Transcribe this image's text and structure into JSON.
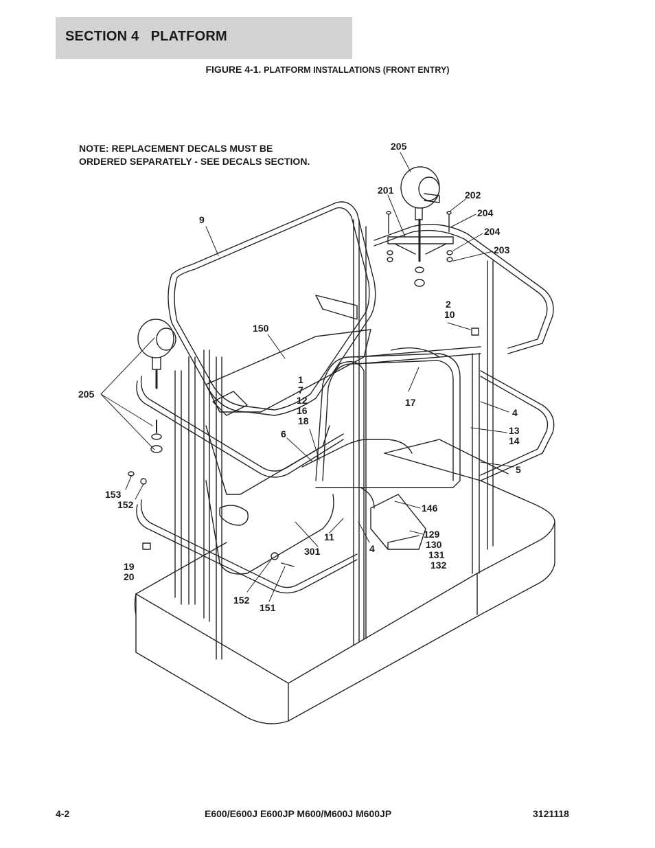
{
  "header": {
    "section_label": "SECTION 4   PLATFORM"
  },
  "figure": {
    "number": "FIGURE 4-1.",
    "title": "PLATFORM INSTALLATIONS (FRONT ENTRY)"
  },
  "note": {
    "line1": "NOTE: REPLACEMENT DECALS MUST BE",
    "line2": "ORDERED SEPARATELY - SEE DECALS SECTION."
  },
  "callouts": {
    "c205_top": "205",
    "c201": "201",
    "c202": "202",
    "c204_a": "204",
    "c204_b": "204",
    "c203": "203",
    "c9": "9",
    "c2_10": [
      "2",
      "10"
    ],
    "c150": "150",
    "c205_left": "205",
    "c1_group": [
      "1",
      "7",
      "12",
      "16",
      "18"
    ],
    "c17": "17",
    "c4_right": "4",
    "c13_14": [
      "13",
      "14"
    ],
    "c6": "6",
    "c5": "5",
    "c153": "153",
    "c152_left": "152",
    "c146": "146",
    "c11": "11",
    "c4_mid": "4",
    "c129_group": [
      "129",
      "130",
      "131",
      "132"
    ],
    "c301": "301",
    "c19_20": [
      "19",
      "20"
    ],
    "c152_bottom": "152",
    "c151": "151"
  },
  "footer": {
    "page": "4-2",
    "models": "E600/E600J E600JP M600/M600J M600JP",
    "doc_number": "3121118"
  }
}
